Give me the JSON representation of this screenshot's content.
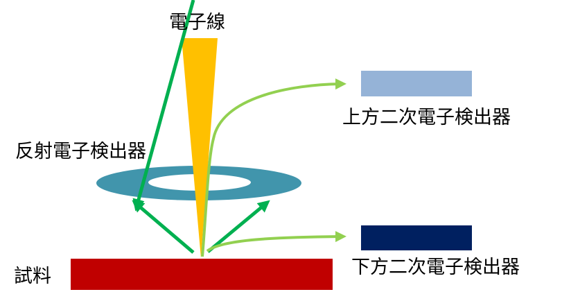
{
  "labels": {
    "electron_beam": "電子線",
    "backscatter_detector": "反射電子検出器",
    "upper_se_detector": "上方二次電子検出器",
    "lower_se_detector": "下方二次電子検出器",
    "sample": "試料"
  },
  "colors": {
    "beam": "#FFC000",
    "ring": "#4195AC",
    "sample": "#C00000",
    "upper_detector": "#95B3D7",
    "lower_detector": "#002060",
    "secondary_electron": "#92D050",
    "backscattered_electron": "#00B050"
  }
}
